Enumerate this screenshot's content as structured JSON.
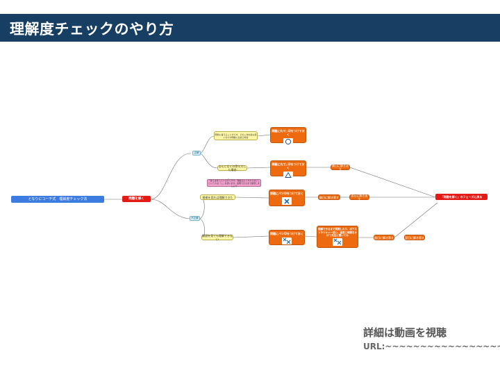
{
  "header": {
    "title": "理解度チェックのやり方"
  },
  "nodes": {
    "root": "となりにコーチ式　理解度チェック法",
    "solve": "問題を解く",
    "correct": "正解",
    "wrong": "不正解",
    "correct_clear": "問題に答えることができ、そのこ法を最も使い分けが明確に出来る場合",
    "correct_unclear": "なんとなくの答え方した場合",
    "pink_note": "「答えは合っているのですが、理由はよくわからない」という人は「△」を使います。説明できるまで練習しましょう",
    "wrong_think": "根拠を見れば理解できた",
    "wrong_no": "解説を見ても理解できない",
    "mark_circle": "問題に丸で○印をつけておく",
    "mark_triangle": "問題に丸で△印をつけておく",
    "mark_cross": "問題にバツ印をつけておく",
    "mark_double": "問題にバツ印をつけておく",
    "study_big": "理解できるまで質問したり、ボアストラリキャー使い、復習に時間をかけて先生に聞いてみ",
    "review1": "後日に解き直す",
    "review2": "後日に解き直す",
    "review3": "後日に解き直す",
    "again1": "翌日に解き直す",
    "again2": "翌日に解き直す",
    "final": "「問題を解く」のフェーズに戻る"
  },
  "icons": {
    "circle": "circle-icon",
    "triangle": "triangle-icon",
    "cross": "cross-icon",
    "double_cross": "double-cross-icon"
  },
  "footer": {
    "details": "詳細は動画を視聴",
    "url": "URL:~~~~~~~~~~~~~~~~~"
  },
  "colors": {
    "header_bg": "#173f63",
    "orange": "#ee6a0f",
    "red": "#e31b14",
    "blue": "#3c7be0",
    "yellow": "#fff8a8",
    "pink": "#f3a0cf"
  }
}
